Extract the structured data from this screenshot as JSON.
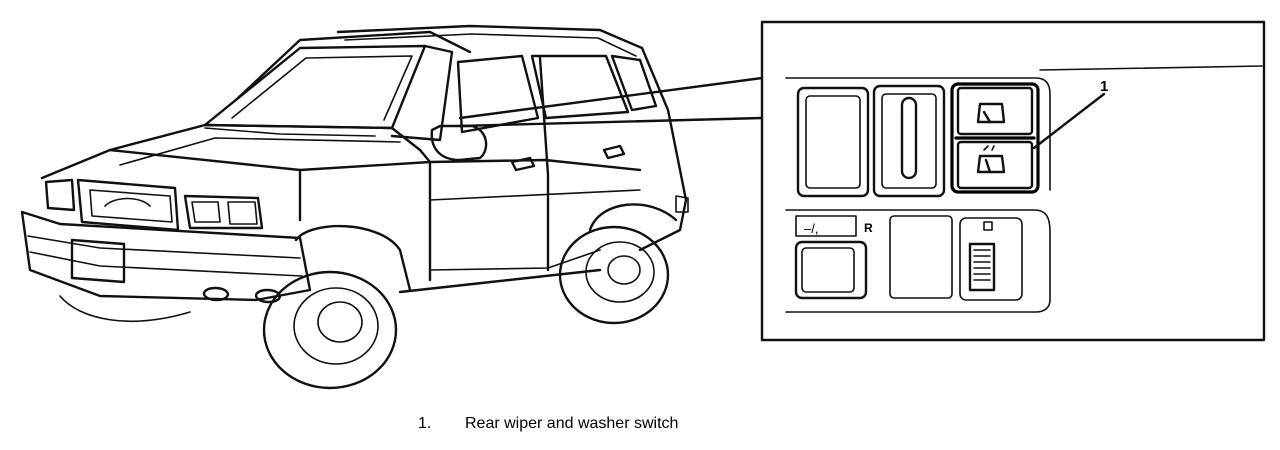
{
  "callout": {
    "number": "1"
  },
  "panel": {
    "r_label": "R"
  },
  "caption": {
    "number": "1.",
    "text": "Rear wiper and washer switch"
  },
  "icons": [
    "suv-illustration",
    "rear-wiper-switch-icon",
    "rear-washer-switch-icon"
  ]
}
